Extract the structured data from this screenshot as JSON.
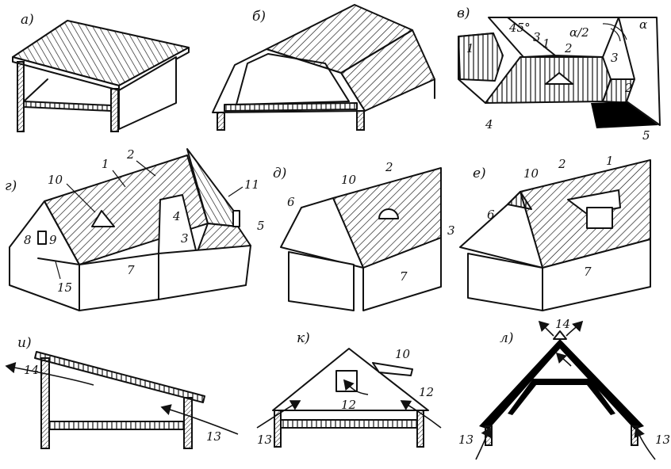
{
  "panels": {
    "a": {
      "caption": "а)"
    },
    "b": {
      "caption": "б)"
    },
    "v": {
      "caption": "в)",
      "labels": {
        "n1a": "1",
        "n1b": "1",
        "n2a": "2",
        "n2b": "2",
        "n3a": "3",
        "n3b": "3",
        "n4": "4",
        "n5": "5",
        "angle45": "45°",
        "alpha_half": "α/2",
        "alpha": "α"
      }
    },
    "g": {
      "caption": "г)",
      "labels": {
        "n1": "1",
        "n2": "2",
        "n3": "3",
        "n4": "4",
        "n5": "5",
        "n7": "7",
        "n8": "8",
        "n9": "9",
        "n10": "10",
        "n11": "11",
        "n15": "15"
      }
    },
    "d": {
      "caption": "д)",
      "labels": {
        "n2": "2",
        "n6": "6",
        "n7": "7",
        "n10": "10"
      }
    },
    "e": {
      "caption": "е)",
      "labels": {
        "n1": "1",
        "n2": "2",
        "n3": "3",
        "n6": "6",
        "n7": "7",
        "n10": "10"
      }
    },
    "i": {
      "caption": "и)",
      "labels": {
        "n13": "13",
        "n14": "14"
      }
    },
    "k": {
      "caption": "к)",
      "labels": {
        "n10": "10",
        "n12a": "12",
        "n12b": "12",
        "n13": "13"
      }
    },
    "l": {
      "caption": "л)",
      "labels": {
        "n13a": "13",
        "n13b": "13",
        "n14": "14"
      }
    }
  }
}
